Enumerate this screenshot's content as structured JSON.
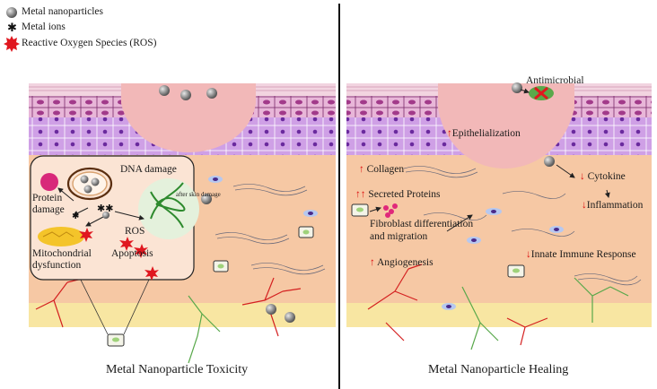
{
  "legend": [
    {
      "label": "Metal nanoparticles",
      "icon": "nanoparticle-icon"
    },
    {
      "label": "Metal ions",
      "icon": "ion-icon"
    },
    {
      "label": "Reactive Oxygen Species (ROS)",
      "icon": "ros-icon"
    }
  ],
  "left_panel": {
    "caption": "Metal Nanoparticle Toxicity",
    "protein_damage": "Protein\ndamage",
    "dna_damage": "DNA damage",
    "after_skin_damage": "after skin damage",
    "mito": "Mitochondrial\ndysfunction",
    "ros": "ROS",
    "apoptosis": "Apoptosis"
  },
  "right_panel": {
    "caption": "Metal Nanoparticle Healing",
    "antimicrobial": "Antimicrobial",
    "epithelialization": "Epithelialization",
    "collagen": "Collagen",
    "secreted": "Secreted Proteins",
    "fibroblast": "Fibroblast differentiation",
    "migration": "and migration",
    "cytokine": "Cytokine",
    "inflammation": "Inflammation",
    "innate": "Innate Immune Response",
    "angiogenesis": "Angiogenesis"
  },
  "colors": {
    "dermis": "#f6c8a4",
    "epidermis_purple": "#d9a6e8",
    "stratum": "#eac2de",
    "hypodermis": "#f8e6a2",
    "wound": "#f2b8b8",
    "arrow_red": "#dd1111"
  }
}
